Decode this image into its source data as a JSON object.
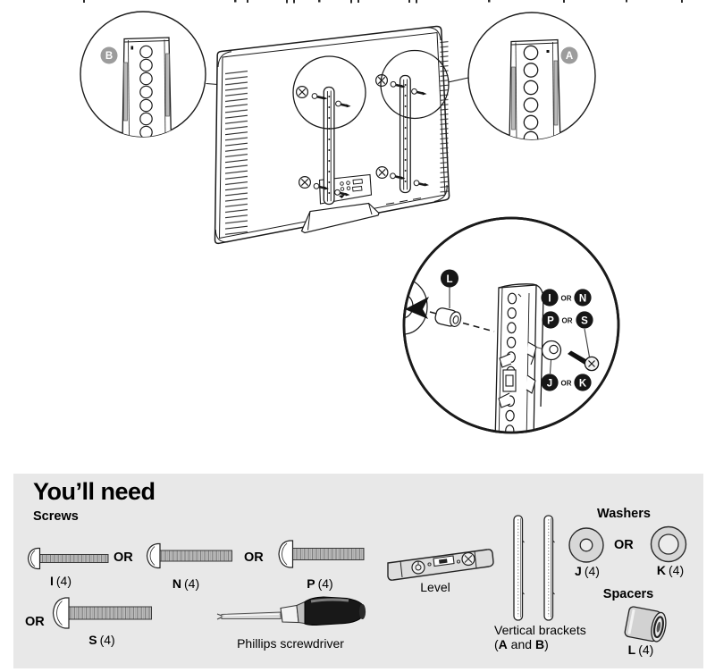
{
  "figure": {
    "callouts": {
      "a": "A",
      "b": "B"
    },
    "detail": {
      "l": "L",
      "i": "I",
      "n": "N",
      "p": "P",
      "s": "S",
      "j": "J",
      "k": "K",
      "or": "OR"
    }
  },
  "parts_panel": {
    "title": "You’ll need",
    "headings": {
      "screws": "Screws",
      "washers": "Washers",
      "spacers": "Spacers"
    },
    "or": "OR",
    "labels": {
      "i": {
        "letter": "I",
        "count": "(4)"
      },
      "n": {
        "letter": "N",
        "count": "(4)"
      },
      "p": {
        "letter": "P",
        "count": "(4)"
      },
      "s": {
        "letter": "S",
        "count": "(4)"
      },
      "j": {
        "letter": "J",
        "count": "(4)"
      },
      "k": {
        "letter": "K",
        "count": "(4)"
      },
      "l": {
        "letter": "L",
        "count": "(4)"
      },
      "level": "Level",
      "screwdriver": "Phillips screwdriver",
      "brackets_line1": "Vertical brackets",
      "brackets_line2": {
        "open": "(",
        "a": "A",
        "and": " and ",
        "b": "B",
        "close": ")"
      }
    }
  },
  "colors": {
    "line": "#1a1a1a",
    "panel_bg": "#e8e8e8",
    "callout_fill": "#9c9c9c",
    "detail_label_fill": "#161616"
  }
}
